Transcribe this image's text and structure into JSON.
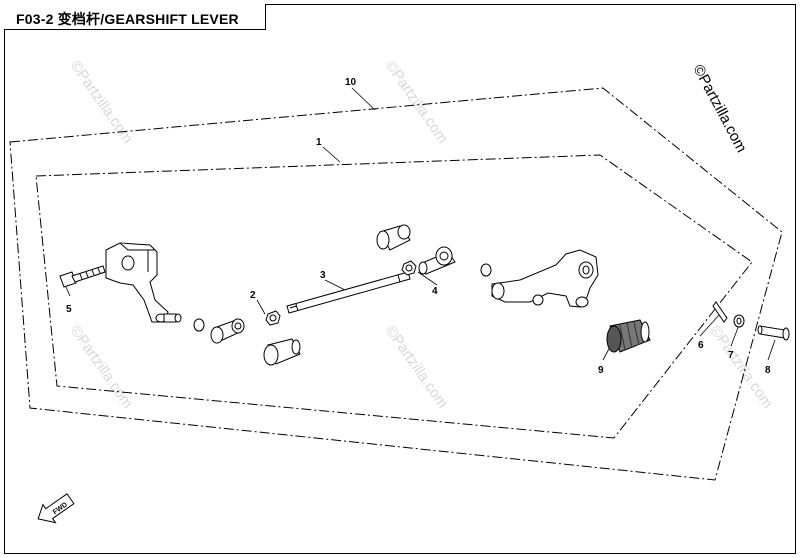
{
  "title": "F03-2  变档杆/GEARSHIFT LEVER",
  "callouts": {
    "c1": "1",
    "c2": "2",
    "c3": "3",
    "c4": "4",
    "c5": "5",
    "c6": "6",
    "c7": "7",
    "c8": "8",
    "c9": "9",
    "c10": "10"
  },
  "watermark": "©Partzilla.com",
  "fwd": "FWD"
}
